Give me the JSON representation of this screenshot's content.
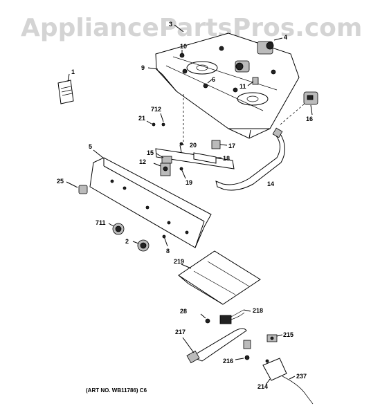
{
  "watermark": "AppliancePartsPros.com",
  "art_number": "(ART NO. WB11786) C6",
  "callouts": {
    "c1": "1",
    "c2": "2",
    "c3": "3",
    "c4": "4",
    "c5": "5",
    "c6": "6",
    "c8": "8",
    "c9": "9",
    "c10": "10",
    "c11": "11",
    "c12": "12",
    "c14": "14",
    "c15": "15",
    "c16": "16",
    "c17": "17",
    "c18": "18",
    "c19": "19",
    "c20": "20",
    "c21": "21",
    "c25": "25",
    "c28": "28",
    "c214": "214",
    "c215": "215",
    "c216": "216",
    "c217": "217",
    "c218": "218",
    "c219": "219",
    "c237": "237",
    "c711": "711",
    "c712": "712"
  }
}
